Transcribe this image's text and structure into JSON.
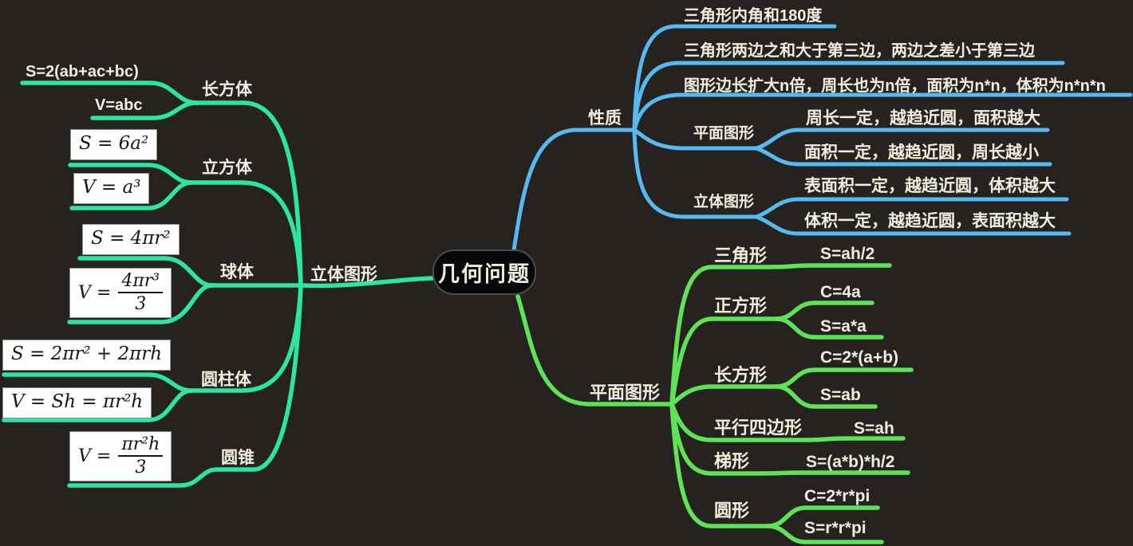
{
  "central": {
    "label": "几何问题"
  },
  "colors": {
    "background": "#262220",
    "central_node_fill": "#080808",
    "text": "#f2eedd",
    "solid_branch": "#2ce5a2",
    "properties_branch": "#56b9f0",
    "plane_branch": "#5fe356",
    "formula_box_bg": "#ffffff",
    "formula_box_text": "#151515"
  },
  "solid": {
    "label": "立体图形",
    "cuboid": {
      "label": "长方体",
      "s": "S=2(ab+ac+bc)",
      "v": "V=abc"
    },
    "cube": {
      "label": "立方体",
      "s": "S = 6a²",
      "v": "V = a³"
    },
    "sphere": {
      "label": "球体",
      "s": "S = 4πr²",
      "v_pre": "V =",
      "v_num": "4πr³",
      "v_den": "3"
    },
    "cylinder": {
      "label": "圆柱体",
      "s": "S = 2πr² + 2πrh",
      "v": "V = Sh = πr²h"
    },
    "cone": {
      "label": "圆锥",
      "v_pre": "V =",
      "v_num": "πr²h",
      "v_den": "3"
    }
  },
  "properties": {
    "label": "性质",
    "items": [
      "三角形内角和180度",
      "三角形两边之和大于第三边，两边之差小于第三边",
      "图形边长扩大n倍，周长也为n倍，面积为n*n，体积为n*n*n"
    ],
    "plane": {
      "label": "平面图形",
      "items": [
        "周长一定，越趋近圆，面积越大",
        "面积一定，越趋近圆，周长越小"
      ]
    },
    "solid": {
      "label": "立体图形",
      "items": [
        "表面积一定，越趋近圆，体积越大",
        "体积一定，越趋近圆，表面积越大"
      ]
    }
  },
  "plane": {
    "label": "平面图形",
    "triangle": {
      "label": "三角形",
      "s": "S=ah/2"
    },
    "square": {
      "label": "正方形",
      "c": "C=4a",
      "s": "S=a*a"
    },
    "rectangle": {
      "label": "长方形",
      "c": "C=2*(a+b)",
      "s": "S=ab"
    },
    "parallelogram": {
      "label": "平行四边形",
      "s": "S=ah"
    },
    "trapezoid": {
      "label": "梯形",
      "s": "S=(a*b)*h/2"
    },
    "circle": {
      "label": "圆形",
      "c": "C=2*r*pi",
      "s": "S=r*r*pi"
    }
  }
}
